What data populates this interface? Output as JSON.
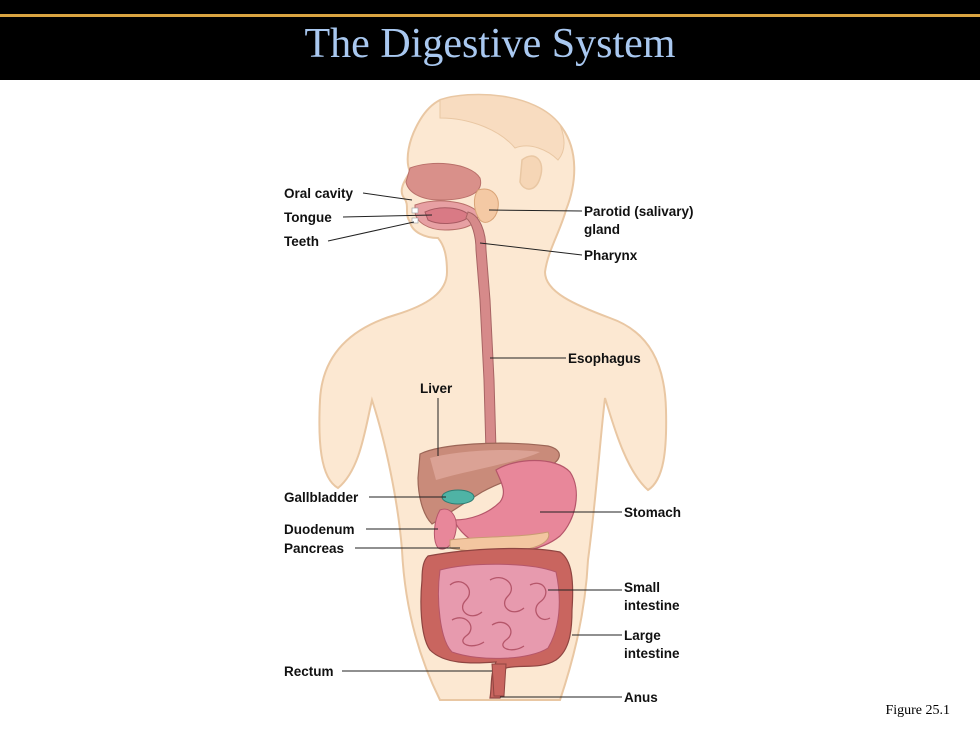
{
  "slide": {
    "title": "The Digestive System",
    "caption": "Figure 25.1"
  },
  "labels": {
    "oral_cavity": "Oral cavity",
    "tongue": "Tongue",
    "teeth": "Teeth",
    "parotid_1": "Parotid (salivary)",
    "parotid_2": "gland",
    "pharynx": "Pharynx",
    "esophagus": "Esophagus",
    "liver": "Liver",
    "gallbladder": "Gallbladder",
    "stomach": "Stomach",
    "duodenum": "Duodenum",
    "pancreas": "Pancreas",
    "small_intestine_1": "Small",
    "small_intestine_2": "intestine",
    "large_intestine_1": "Large",
    "large_intestine_2": "intestine",
    "rectum": "Rectum",
    "anus": "Anus"
  },
  "colors": {
    "title_bar": "#000000",
    "title_text": "#a9c8f0",
    "accent_rule": "#d9a441",
    "skin": "#fce8d2",
    "skin_outline": "#e9c7a3",
    "esophagus": "#d68a8a",
    "liver": "#c98b7a",
    "stomach": "#e8879a",
    "gallbladder": "#4fb3a5",
    "intestine": "#e79aae",
    "large_intestine": "#c9655f"
  }
}
